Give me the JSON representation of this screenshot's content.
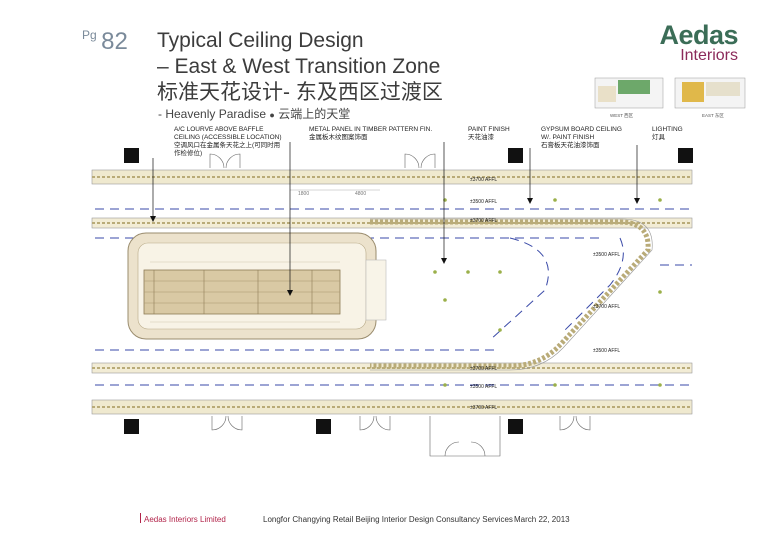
{
  "page": {
    "label": "Pg",
    "number": "82"
  },
  "title": {
    "line1": "Typical Ceiling Design",
    "line2": "– East & West Transition Zone",
    "line3": "标准天花设计- 东及西区过渡区"
  },
  "subtitle": {
    "en": "- Heavenly Paradise",
    "zh": "云端上的天堂"
  },
  "logo": {
    "name": "Aedas",
    "division": "Interiors"
  },
  "keyplan": {
    "west": "WEST 西区",
    "east": "EAST 东区"
  },
  "notes": {
    "louvre": [
      "A/C LOURVE ABOVE BAFFLE",
      "CEILING (ACCESSIBLE LOCATION)",
      "空调风口在金属条天花之上(可同时用",
      "作检修位)"
    ],
    "metal": [
      "METAL PANEL IN  TIMBER  PATTERN FIN.",
      "金属板木纹图案饰面"
    ],
    "paint": [
      "PAINT FINISH",
      "天花油漆"
    ],
    "gypsum": [
      "GYPSUM BOARD CEILING",
      "W/. PAINT FINISH",
      "石膏板天花油漆饰面"
    ],
    "lighting": [
      "LIGHTING",
      "灯具"
    ]
  },
  "levels": {
    "l3700": "±3700 AFFL",
    "l3500": "±3500 AFFL"
  },
  "dims": {
    "d1": "1800",
    "d2": "4800"
  },
  "footer": {
    "company": "Aedas Interiors Limited",
    "project": "Longfor Changying Retail  Beijing Interior  Design Consultancy Services",
    "date": "March 22, 2013"
  },
  "colors": {
    "accent": "#3b6d57",
    "brand": "#8b2a5a",
    "timber": "#d9c9a4",
    "track": "#e6dcb6"
  }
}
